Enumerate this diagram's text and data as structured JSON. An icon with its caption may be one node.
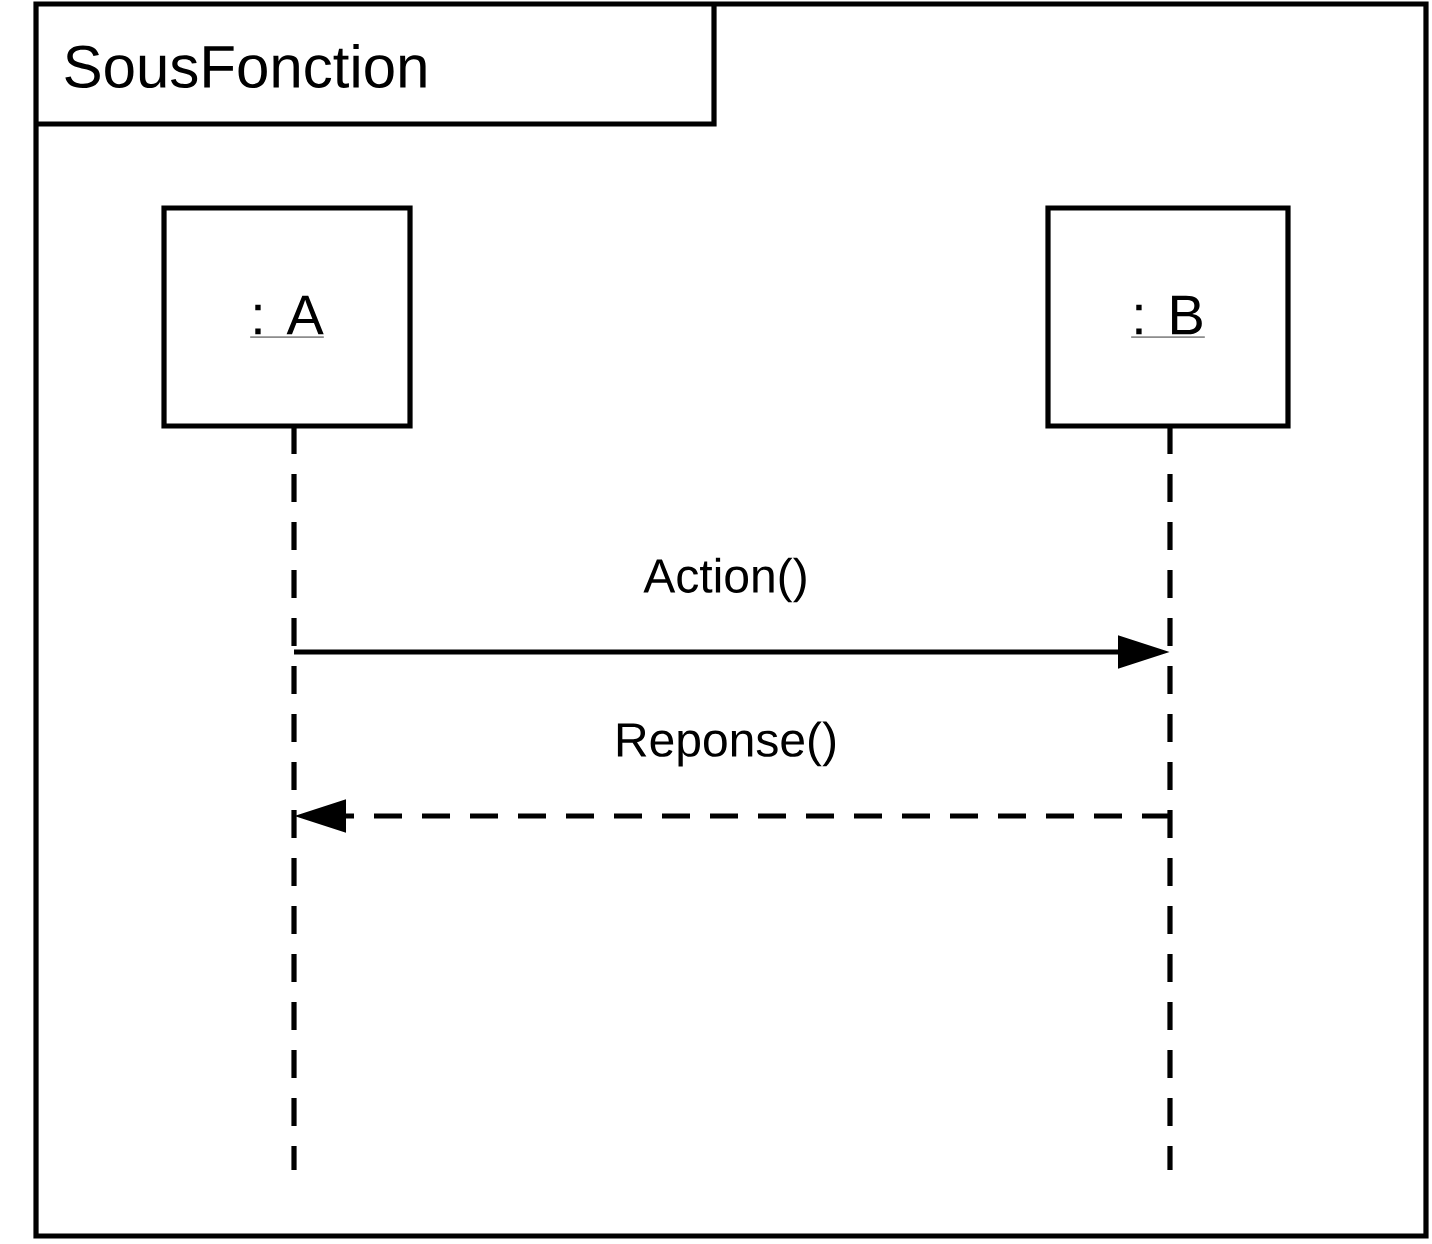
{
  "diagram": {
    "nodes": [
      {
        "text": [
          "SousFonction"
        ]
      },
      {
        "text": [
          ": A"
        ],
        "in": 0
      },
      {
        "text": [
          ": B"
        ],
        "in": 0
      },
      {
        "text": [],
        "shape": "line",
        "in": 0
      },
      {
        "text": [],
        "shape": "line",
        "in": 0
      }
    ],
    "edges": [
      {
        "from": 3,
        "to": 4,
        "arrow": "to",
        "label": "Action()"
      },
      {
        "from": 4,
        "to": 3,
        "arrow": "to",
        "label": "Reponse()",
        "style": "dashed"
      }
    ]
  }
}
